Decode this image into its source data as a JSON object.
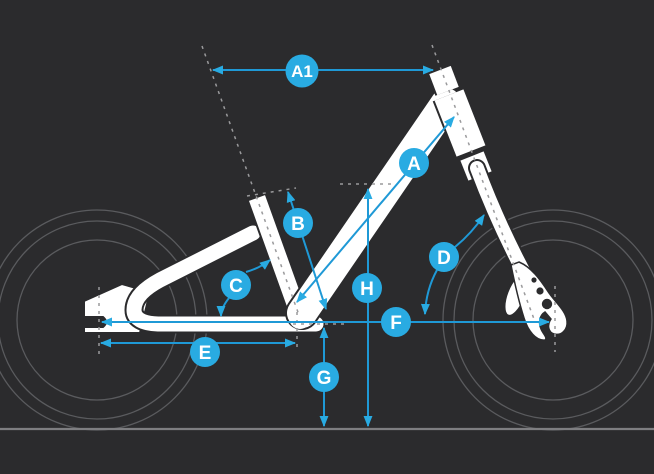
{
  "diagram": {
    "labels": {
      "a1": "A1",
      "a": "A",
      "b": "B",
      "c": "C",
      "d": "D",
      "e": "E",
      "f": "F",
      "g": "G",
      "h": "H"
    },
    "colors": {
      "background": "#2b2b2d",
      "accent_blue": "#29abe2",
      "dimension_line_blue": "#1f99d6",
      "frame_white": "#ffffff",
      "frame_outline_dark": "#2b2b2d",
      "wheel_outline_gray": "#5a5b5e",
      "ground_line_gray": "#7e7e81",
      "dashed_guide_gray": "#9a9a9c"
    }
  }
}
